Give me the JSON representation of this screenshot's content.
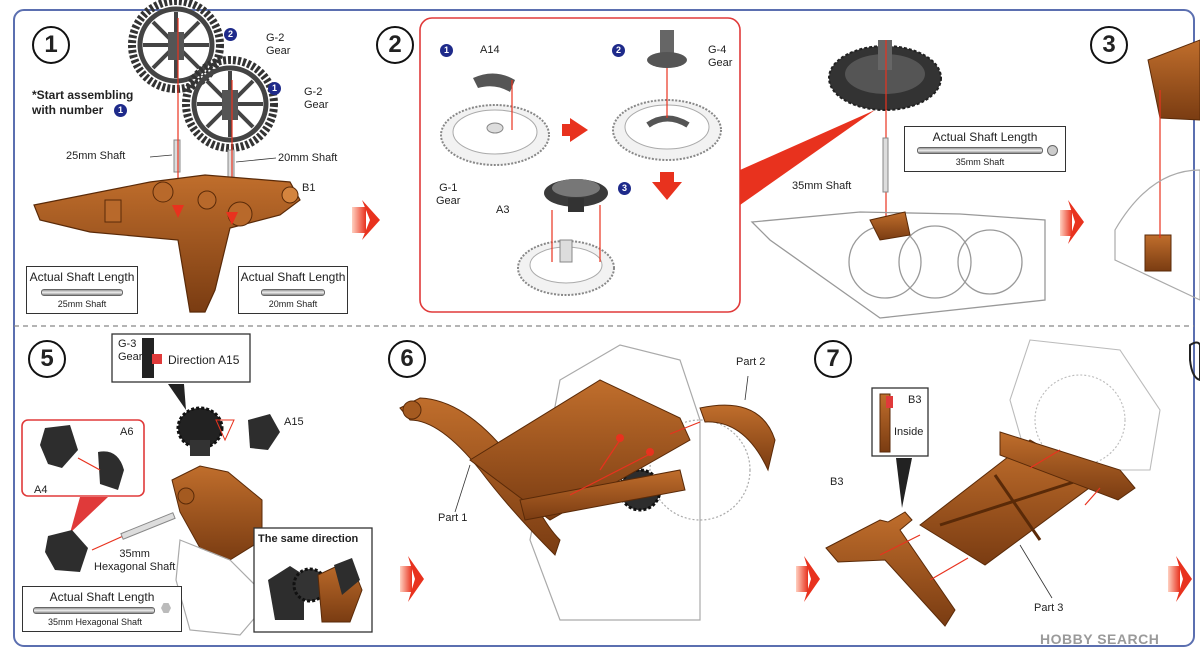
{
  "steps": {
    "s1": "1",
    "s2": "2",
    "s3": "3",
    "s5": "5",
    "s6": "6",
    "s7": "7"
  },
  "step1": {
    "gear_top": "G-2\nGear",
    "gear_mid": "G-2\nGear",
    "sub_top": "2",
    "sub_mid": "1",
    "note": "*Start assembling\nwith number",
    "note_sub": "1",
    "shaft25": "25mm Shaft",
    "shaft20": "20mm Shaft",
    "part": "B1",
    "box1_title": "Actual Shaft Length",
    "box1_size": "25mm Shaft",
    "box2_title": "Actual Shaft Length",
    "box2_size": "20mm Shaft"
  },
  "step2": {
    "sub1": "1",
    "sub2": "2",
    "sub3": "3",
    "a14": "A14",
    "g4": "G-4\nGear",
    "g1": "G-1\nGear",
    "a3": "A3"
  },
  "step3": {
    "shaft35": "35mm Shaft",
    "box_title": "Actual Shaft Length",
    "box_size": "35mm Shaft"
  },
  "step5": {
    "g3": "G-3\nGear",
    "dir": "Direction A15",
    "a15": "A15",
    "a6": "A6",
    "a4": "A4",
    "hex": "35mm\nHexagonal Shaft",
    "same": "The same direction",
    "box_title": "Actual Shaft Length",
    "box_size": "35mm Hexagonal Shaft"
  },
  "step6": {
    "part1": "Part 1",
    "part2": "Part 2"
  },
  "step7": {
    "b3_top": "B3",
    "inside": "Inside",
    "b3": "B3",
    "part3": "Part 3"
  },
  "watermark": "HOBBY SEARCH",
  "colors": {
    "part_brown": "#a0561f",
    "arrow_red": "#e8321e",
    "gear_dark": "#3a3a3a",
    "frame_red": "#e03a3a",
    "badge_blue": "#1e2a8a"
  }
}
